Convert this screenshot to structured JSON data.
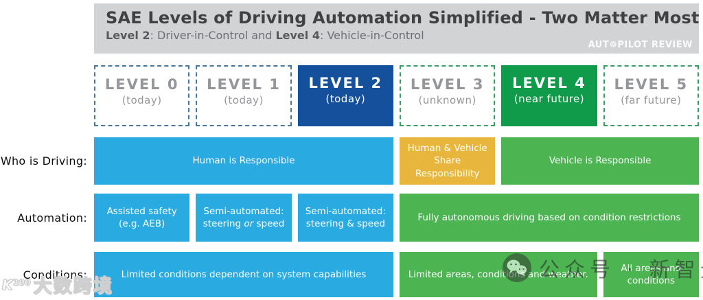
{
  "header": {
    "title": "SAE Levels of Driving Automation Simplified - Two Matter Most",
    "subtitle": {
      "bold1": "Level 2",
      "text1": ": Driver-in-Control and ",
      "bold2": "Level 4",
      "text2": ": Vehicle-in-Control"
    },
    "brand": {
      "prefix": "AUT",
      "wheel_glyph": "☸",
      "suffix": "PILOT REVIEW"
    }
  },
  "levels": [
    {
      "name": "LEVEL 0",
      "timeframe": "(today)"
    },
    {
      "name": "LEVEL 1",
      "timeframe": "(today)"
    },
    {
      "name": "LEVEL 2",
      "timeframe": "(today)"
    },
    {
      "name": "LEVEL 3",
      "timeframe": "(unknown)"
    },
    {
      "name": "LEVEL 4",
      "timeframe": "(near future)"
    },
    {
      "name": "LEVEL 5",
      "timeframe": "(far future)"
    }
  ],
  "rows": {
    "who": {
      "label": "Who is Driving:",
      "cells": {
        "human": "Human is Responsible",
        "shared": "Human & Vehicle Share Responsibility",
        "vehicle": "Vehicle is Responsible"
      }
    },
    "automation": {
      "label": "Automation:",
      "cells": {
        "assisted_line1": "Assisted safety",
        "assisted_line2": "(e.g. AEB)",
        "semi_or_line1": "Semi-automated:",
        "semi_or_pre": "steering ",
        "semi_or_italic": "or",
        "semi_or_post": " speed",
        "semi_and_line1": "Semi-automated:",
        "semi_and_line2": "steering & speed",
        "full": "Fully autonomous driving based on condition restrictions"
      }
    },
    "conditions": {
      "label": "Conditions:",
      "cells": {
        "limited_system": "Limited conditions dependent on system capabilities",
        "limited_areas": "Limited areas, conditions and weather.",
        "all_areas": "All areas and conditions"
      }
    }
  },
  "watermarks": {
    "left": {
      "badge": "K¹⁰⁰",
      "text": "大数跨境"
    },
    "right": {
      "text": "公众号 · 新智元"
    }
  },
  "colors": {
    "header_bg": "#d2d3d4",
    "cyan": "#29abe2",
    "yellow": "#e9b63d",
    "row_green": "#4cb551",
    "level2_blue": "#15509c",
    "level4_green": "#0f9b49",
    "dashed_blue_border": "#4478a3",
    "dashed_green_border": "#379f63",
    "muted_text": "#949699"
  },
  "chart_data": {
    "type": "table",
    "title": "SAE Levels of Driving Automation Simplified - Two Matter Most",
    "subtitle": "Level 2: Driver-in-Control and Level 4: Vehicle-in-Control",
    "columns": [
      "LEVEL 0 (today)",
      "LEVEL 1 (today)",
      "LEVEL 2 (today)",
      "LEVEL 3 (unknown)",
      "LEVEL 4 (near future)",
      "LEVEL 5 (far future)"
    ],
    "rows": [
      {
        "label": "Who is Driving:",
        "cells": [
          {
            "text": "Human is Responsible",
            "span_levels": [
              0,
              1,
              2
            ],
            "color": "cyan"
          },
          {
            "text": "Human & Vehicle Share Responsibility",
            "span_levels": [
              3
            ],
            "color": "yellow"
          },
          {
            "text": "Vehicle is Responsible",
            "span_levels": [
              4,
              5
            ],
            "color": "green"
          }
        ]
      },
      {
        "label": "Automation:",
        "cells": [
          {
            "text": "Assisted safety (e.g. AEB)",
            "span_levels": [
              0
            ],
            "color": "cyan"
          },
          {
            "text": "Semi-automated: steering or speed",
            "span_levels": [
              1
            ],
            "color": "cyan"
          },
          {
            "text": "Semi-automated: steering & speed",
            "span_levels": [
              2
            ],
            "color": "cyan"
          },
          {
            "text": "Fully autonomous driving based on condition restrictions",
            "span_levels": [
              3,
              4,
              5
            ],
            "color": "green"
          }
        ]
      },
      {
        "label": "Conditions:",
        "cells": [
          {
            "text": "Limited conditions dependent on system capabilities",
            "span_levels": [
              0,
              1,
              2
            ],
            "color": "cyan"
          },
          {
            "text": "Limited areas, conditions and weather.",
            "span_levels": [
              3,
              4
            ],
            "color": "green"
          },
          {
            "text": "All areas and conditions",
            "span_levels": [
              5
            ],
            "color": "green"
          }
        ]
      }
    ],
    "highlighted_levels": [
      "LEVEL 2",
      "LEVEL 4"
    ]
  }
}
